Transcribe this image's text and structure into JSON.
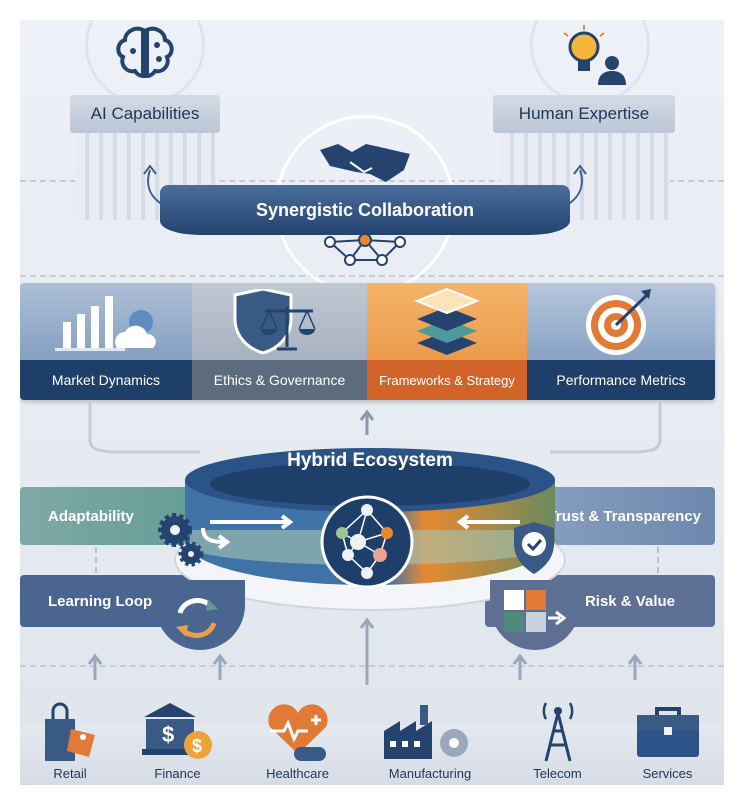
{
  "top": {
    "left_pillar": {
      "label": "AI Capabilities",
      "icon": "brain-icon"
    },
    "right_pillar": {
      "label": "Human Expertise",
      "icon": "lightbulb-person-icon"
    },
    "center_icon": "handshake-icon",
    "banner": "Synergistic Collaboration"
  },
  "categories": [
    {
      "label": "Market Dynamics",
      "icon": "bar-chart-cloud-icon",
      "color": "#1f3f6b"
    },
    {
      "label": "Ethics & Governance",
      "icon": "shield-scales-icon",
      "color": "#5d6b7d"
    },
    {
      "label": "Frameworks & Strategy",
      "icon": "layers-icon",
      "color": "#d2642a"
    },
    {
      "label": "Performance Metrics",
      "icon": "target-icon",
      "color": "#1f3f6b"
    }
  ],
  "hub": {
    "title": "Hybrid Ecosystem",
    "icon": "network-icon"
  },
  "sides": {
    "adaptability": "Adaptability",
    "trust": "Trust & Transparency",
    "learning": "Learning Loop",
    "risk": "Risk & Value"
  },
  "industries": [
    "Retail",
    "Finance",
    "Healthcare",
    "Manufacturing",
    "Telecom",
    "Services"
  ],
  "colors": {
    "navy": "#1f3f6b",
    "orange": "#e8892f",
    "teal": "#5f9a93",
    "slate": "#5d6b7d"
  }
}
